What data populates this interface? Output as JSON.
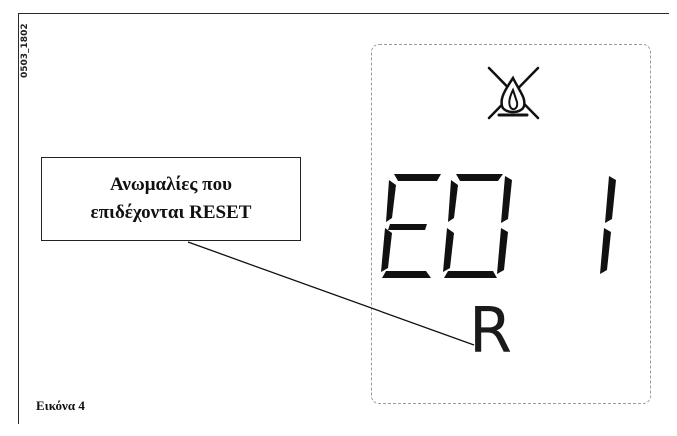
{
  "figure_code": "0503_1802",
  "callout": {
    "line1": "Ανωμαλίες που",
    "line2": "επιδέχονται RESET"
  },
  "display": {
    "error_code": "E01",
    "reset_letter": "R",
    "icon": "flame-crossed-icon"
  },
  "caption": "Εικόνα 4"
}
